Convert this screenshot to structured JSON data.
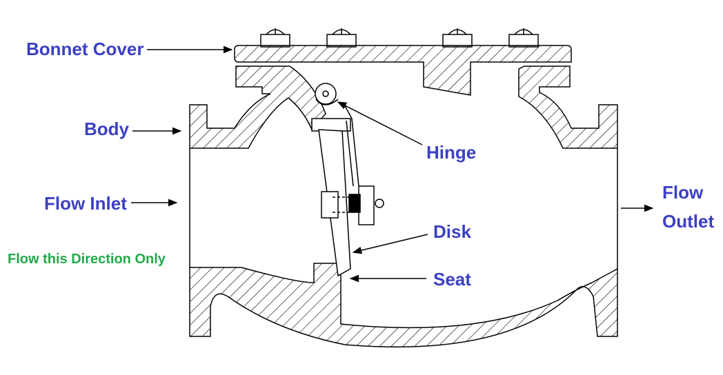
{
  "labels": {
    "bonnet_cover": "Bonnet Cover",
    "body": "Body",
    "flow_inlet": "Flow Inlet",
    "flow_direction": "Flow this Direction Only",
    "hinge": "Hinge",
    "disk": "Disk",
    "seat": "Seat",
    "flow_outlet_line1": "Flow",
    "flow_outlet_line2": "Outlet"
  },
  "colors": {
    "label_blue": "#3b3fc4",
    "label_green": "#22a94a",
    "line": "#000000"
  }
}
